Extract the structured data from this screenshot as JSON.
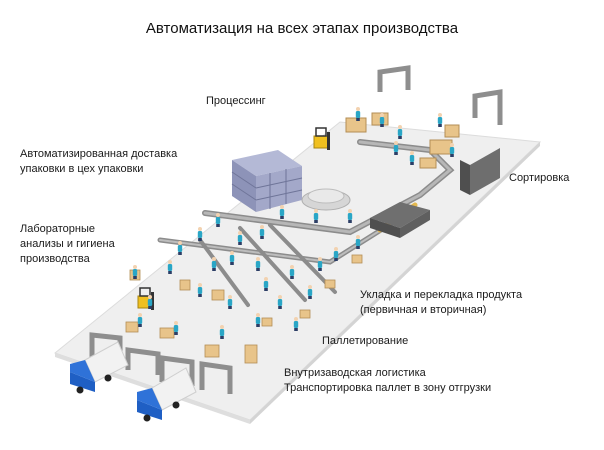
{
  "title": "Автоматизация на всех этапах производства",
  "labels": {
    "processing": "Процессинг",
    "delivery_line1": "Автоматизированная доставка",
    "delivery_line2": "упаковки в цех упаковки",
    "lab_line1": "Лабораторные",
    "lab_line2": "анализы и гигиена",
    "lab_line3": "производства",
    "sorting": "Сортировка",
    "packing_line1": "Укладка и перекладка продукта",
    "packing_line2": "(первичная и вторичная)",
    "palletizing": "Паллетирование",
    "logistics_line1": "Внутризаводская логистика",
    "logistics_line2": "Транспортировка паллет в зону отгрузки"
  },
  "colors": {
    "floor": "#efefef",
    "floor_edge": "#d9d9d9",
    "conveyor": "#8c8c8c",
    "worker": "#2aa6c6",
    "box": "#e8c48a",
    "rack": "#8d93b8",
    "forklift": "#f0c020",
    "truck_cab": "#1f5fc4",
    "truck_body": "#f4f4f4",
    "gate": "#9a9a9a"
  },
  "icons": [
    "truck-icon",
    "forklift-icon",
    "worker-icon",
    "pallet-icon",
    "rack-icon",
    "gate-icon",
    "conveyor-icon"
  ]
}
